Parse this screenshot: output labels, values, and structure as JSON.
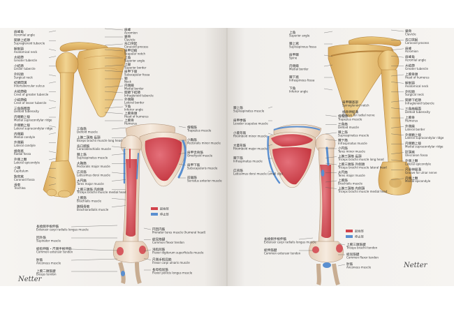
{
  "left_page": {
    "bone_labels_left": [
      {
        "id": "l-acromion-angle",
        "jp": "肩峰角",
        "en": "Acromial angle"
      },
      {
        "id": "l-supraglenoid",
        "jp": "関節上結節",
        "en": "Supraglenoid tubercle"
      },
      {
        "id": "l-anatomical-neck",
        "jp": "解剖頸",
        "en": "Anatomical neck"
      },
      {
        "id": "l-greater-tubercle",
        "jp": "大結節",
        "en": "Greater tubercle"
      },
      {
        "id": "l-lesser-tubercle",
        "jp": "小結節",
        "en": "Lesser tubercle"
      },
      {
        "id": "l-surgical-neck",
        "jp": "外科頸",
        "en": "Surgical neck"
      },
      {
        "id": "l-intertubercular",
        "jp": "結節間溝",
        "en": "Intertubercular sulcus"
      },
      {
        "id": "l-crest-greater",
        "jp": "大結節稜",
        "en": "Crest of greater tubercle"
      },
      {
        "id": "l-crest-lesser",
        "jp": "小結節稜",
        "en": "Crest of lesser tubercle"
      },
      {
        "id": "l-deltoid-tuberosity",
        "jp": "三角筋粗面",
        "en": "Deltoid tuberosity"
      },
      {
        "id": "l-med-supracondylar",
        "jp": "内側顆上稜",
        "en": "Medial supracondylar ridge"
      },
      {
        "id": "l-lat-supracondylar",
        "jp": "外側顆上稜",
        "en": "Lateral supracondylar ridge"
      },
      {
        "id": "l-medial-condyle",
        "jp": "内側顆",
        "en": "Medial condyle"
      },
      {
        "id": "l-lateral-condyle",
        "jp": "外側顆",
        "en": "Lateral condyle"
      },
      {
        "id": "l-radial-fossa",
        "jp": "橈骨窩",
        "en": "Radial fossa"
      },
      {
        "id": "l-lateral-epicondyle",
        "jp": "外側上顆",
        "en": "Lateral epicondyle"
      },
      {
        "id": "l-capitulum",
        "jp": "小頭",
        "en": "Capitulum"
      },
      {
        "id": "l-coronoid-fossa",
        "jp": "鉤突窩",
        "en": "Coronoid fossa"
      },
      {
        "id": "l-trochlea",
        "jp": "滑車",
        "en": "Trochlea"
      }
    ],
    "bone_labels_right": [
      {
        "id": "l-acromion",
        "jp": "肩峰",
        "en": "Acromion"
      },
      {
        "id": "l-clavicle",
        "jp": "鎖骨",
        "en": "Clavicle"
      },
      {
        "id": "l-coracoid",
        "jp": "烏口突起",
        "en": "Coracoid process"
      },
      {
        "id": "l-scapular-notch",
        "jp": "肩甲切痕",
        "en": "Scapular notch"
      },
      {
        "id": "l-superior-angle",
        "jp": "上角",
        "en": "Superior angle"
      },
      {
        "id": "l-superior-border",
        "jp": "上縁",
        "en": "Superior border"
      },
      {
        "id": "l-subscapular-fossa",
        "jp": "肩甲下窩",
        "en": "Subscapular fossa"
      },
      {
        "id": "l-neck",
        "jp": "頸",
        "en": "Neck"
      },
      {
        "id": "l-medial-border",
        "jp": "内側縁",
        "en": "Medial border"
      },
      {
        "id": "l-infraglenoid",
        "jp": "関節下結節",
        "en": "Infraglenoid tubercle"
      },
      {
        "id": "l-lateral-border",
        "jp": "外側縁",
        "en": "Lateral border"
      },
      {
        "id": "l-inferior-angle",
        "jp": "下角",
        "en": "Inferior angle"
      },
      {
        "id": "l-head-humerus",
        "jp": "上腕骨頭",
        "en": "Head of humerus"
      },
      {
        "id": "l-humerus",
        "jp": "上腕骨",
        "en": "Humerus"
      }
    ],
    "muscle_labels_right": [
      {
        "id": "m-trapezius",
        "jp": "僧帽筋",
        "en": "Trapezius muscle"
      },
      {
        "id": "m-pectoralis-minor",
        "jp": "小胸筋",
        "en": "Pectoralis minor muscle"
      },
      {
        "id": "m-omohyoid",
        "jp": "肩甲舌骨筋",
        "en": "Omohyoid muscle"
      },
      {
        "id": "m-subscapularis",
        "jp": "肩甲下筋",
        "en": "Subscapularis muscle"
      },
      {
        "id": "m-serratus",
        "jp": "前鋸筋",
        "en": "Serratus anterior muscle"
      }
    ],
    "muscle_labels_left": [
      {
        "id": "m-deltoid-l",
        "jp": "三角筋",
        "en": "Deltoid muscle"
      },
      {
        "id": "m-biceps-long",
        "jp": "上腕二頭筋 長頭",
        "en": "Biceps brachii muscle long head"
      },
      {
        "id": "m-coracobrachialis",
        "jp": "烏口腕筋",
        "en": "Coracobrachialis muscle"
      },
      {
        "id": "m-supraspinatus-l",
        "jp": "棘上筋",
        "en": "Supraspinatus muscle"
      },
      {
        "id": "m-pectoralis-major",
        "jp": "大胸筋",
        "en": "Pectoralis major muscle"
      },
      {
        "id": "m-latissimus",
        "jp": "広背筋",
        "en": "Latissimus dorsi muscle"
      },
      {
        "id": "m-teres-major-l",
        "jp": "大円筋",
        "en": "Teres major muscle"
      },
      {
        "id": "m-triceps-medial",
        "jp": "上腕三頭筋 内側頭",
        "en": "Triceps brachii muscle medial head"
      },
      {
        "id": "m-brachialis",
        "jp": "上腕筋",
        "en": "Brachialis muscle"
      },
      {
        "id": "m-brachioradialis",
        "jp": "腕橈骨筋",
        "en": "Brachioradialis muscle"
      }
    ],
    "bottom_labels_left": [
      {
        "id": "b-ecrl",
        "jp": "長橈側手根伸筋",
        "en": "Extensor carpi radialis longus muscle"
      },
      {
        "id": "b-supinator",
        "jp": "回外筋",
        "en": "Supinator muscle"
      },
      {
        "id": "b-common-extensor",
        "jp": "総指伸筋・尺側手根伸筋",
        "en": "Common extensor tendon"
      },
      {
        "id": "b-anconeus",
        "jp": "肘筋",
        "en": "Anconeus muscle"
      },
      {
        "id": "b-biceps-tendon",
        "jp": "上腕二頭筋腱",
        "en": "Biceps tendon"
      }
    ],
    "bottom_labels_right": [
      {
        "id": "b-pronator-teres",
        "jp": "円回内筋",
        "en": "Pronator teres muscle (humeral head)"
      },
      {
        "id": "b-common-flexor",
        "jp": "総屈筋腱",
        "en": "Common flexor tendon"
      },
      {
        "id": "b-fds",
        "jp": "浅指屈筋",
        "en": "Flexor digitorum superficialis muscle"
      },
      {
        "id": "b-fcu",
        "jp": "尺側手根屈筋",
        "en": "Flexor carpi ulnaris muscle"
      },
      {
        "id": "b-fpl",
        "jp": "長母指屈筋",
        "en": "Flexor pollicis longus muscle"
      }
    ],
    "legend": {
      "origin": "起始部",
      "insertion": "停止部"
    },
    "signature": "Netter"
  },
  "right_page": {
    "bone_labels_left": [
      {
        "id": "r-superior-angle",
        "jp": "上角",
        "en": "Superior angle"
      },
      {
        "id": "r-supraspinous-fossa",
        "jp": "棘上窩",
        "en": "Supraspinous fossa"
      },
      {
        "id": "r-spine",
        "jp": "肩甲棘",
        "en": "Spine"
      },
      {
        "id": "r-medial-border",
        "jp": "内側縁",
        "en": "Medial border"
      },
      {
        "id": "r-infraspinous-fossa",
        "jp": "棘下窩",
        "en": "Infraspinous fossa"
      },
      {
        "id": "r-inferior-angle",
        "jp": "下角",
        "en": "Inferior angle"
      }
    ],
    "bone_labels_center": [
      {
        "id": "r-spinoglenoid",
        "jp": "肩甲棘基部",
        "en": "Spinoglenoid notch"
      },
      {
        "id": "r-groove",
        "jp": "橈骨神経溝",
        "en": "Groove for radial nerve"
      }
    ],
    "bone_labels_right": [
      {
        "id": "r-clavicle",
        "jp": "鎖骨",
        "en": "Clavicle"
      },
      {
        "id": "r-coracoid",
        "jp": "烏口突起",
        "en": "Coracoid process"
      },
      {
        "id": "r-acromion",
        "jp": "肩峰",
        "en": "Acromion"
      },
      {
        "id": "r-acromial-angle",
        "jp": "肩峰角",
        "en": "Acromial angle"
      },
      {
        "id": "r-greater-tubercle",
        "jp": "大結節",
        "en": "Greater tubercle"
      },
      {
        "id": "r-head-humerus",
        "jp": "上腕骨頭",
        "en": "Head of humerus"
      },
      {
        "id": "r-anatomical-neck",
        "jp": "解剖頸",
        "en": "Anatomical neck"
      },
      {
        "id": "r-surgical-neck",
        "jp": "外科頸",
        "en": "Surgical neck"
      },
      {
        "id": "r-infraglenoid",
        "jp": "関節下結節",
        "en": "Infraglenoid tubercle"
      },
      {
        "id": "r-deltoid-tuberosity",
        "jp": "三角筋粗面",
        "en": "Deltoid tuberosity"
      },
      {
        "id": "r-humerus",
        "jp": "上腕骨",
        "en": "Humerus"
      },
      {
        "id": "r-lateral-border",
        "jp": "外側縁",
        "en": "Lateral border"
      },
      {
        "id": "r-lat-supracondylar",
        "jp": "外側顆上稜",
        "en": "Lateral supracondylar ridge"
      },
      {
        "id": "r-med-supracondylar",
        "jp": "内側顆上稜",
        "en": "Medial supracondylar ridge"
      },
      {
        "id": "r-olecranon-fossa",
        "jp": "肘頭窩",
        "en": "Olecranon fossa"
      },
      {
        "id": "r-lateral-epicondyle",
        "jp": "外側上顆",
        "en": "Lateral epicondyle"
      },
      {
        "id": "r-ulnar-nerve-groove",
        "jp": "尺骨神経溝",
        "en": "Groove for ulnar nerve"
      },
      {
        "id": "r-medial-epicondyle",
        "jp": "内側上顆",
        "en": "Medial epicondyle"
      }
    ],
    "muscle_labels_left": [
      {
        "id": "rm-supraspinatus",
        "jp": "棘上筋",
        "en": "Supraspinatus muscle"
      },
      {
        "id": "rm-levator",
        "jp": "肩甲挙筋",
        "en": "Levator scapulae muscle"
      },
      {
        "id": "rm-rhomboid-minor",
        "jp": "小菱形筋",
        "en": "Rhomboid minor muscle"
      },
      {
        "id": "rm-rhomboid-major",
        "jp": "大菱形筋",
        "en": "Rhomboid major muscle"
      },
      {
        "id": "rm-infraspinatus",
        "jp": "棘下筋",
        "en": "Infraspinatus muscle"
      },
      {
        "id": "rm-latissimus",
        "jp": "広背筋",
        "en": "Latissimus dorsi muscle (small slip)"
      }
    ],
    "muscle_labels_right": [
      {
        "id": "rm-trapezius",
        "jp": "僧帽筋",
        "en": "Trapezius muscle"
      },
      {
        "id": "rm-deltoid",
        "jp": "三角筋",
        "en": "Deltoid muscle"
      },
      {
        "id": "rm-supraspinatus-r",
        "jp": "棘上筋",
        "en": "Supraspinatus muscle"
      },
      {
        "id": "rm-infraspinatus-r",
        "jp": "棘下筋",
        "en": "Infraspinatus muscle"
      },
      {
        "id": "rm-teres-minor",
        "jp": "小円筋",
        "en": "Teres minor muscle"
      },
      {
        "id": "rm-triceps-long",
        "jp": "上腕三頭筋 長頭",
        "en": "Triceps brachii muscle long head"
      },
      {
        "id": "rm-triceps-lateral",
        "jp": "上腕三頭筋 外側頭",
        "en": "Triceps brachii muscle lateral head"
      },
      {
        "id": "rm-teres-major",
        "jp": "大円筋",
        "en": "Teres major muscle"
      },
      {
        "id": "rm-brachialis",
        "jp": "上腕筋",
        "en": "Brachialis muscle"
      },
      {
        "id": "rm-triceps-medial",
        "jp": "上腕三頭筋 内側頭",
        "en": "Triceps brachii muscle medial head"
      }
    ],
    "bottom_labels_left": [
      {
        "id": "rb-ecrl",
        "jp": "長橈側手根伸筋",
        "en": "Extensor carpi radialis longus muscle"
      },
      {
        "id": "rb-common-extensor",
        "jp": "総伸筋腱",
        "en": "Common extensor tendon"
      }
    ],
    "bottom_labels_right": [
      {
        "id": "rb-triceps-tendon",
        "jp": "上腕三頭筋腱",
        "en": "Triceps brachii tendon"
      },
      {
        "id": "rb-common-flexor",
        "jp": "総屈筋腱",
        "en": "Common flexor tendon"
      },
      {
        "id": "rb-anconeus",
        "jp": "肘筋",
        "en": "Anconeus muscle"
      }
    ],
    "legend": {
      "origin": "起始部",
      "insertion": "停止部"
    },
    "signature": "Netter"
  },
  "colors": {
    "paper": "#f4f2ef",
    "bone": "#e6c27a",
    "bone_shade": "#c99a4c",
    "muscle_origin": "#d2424b",
    "muscle_insertion": "#5a8fd0"
  }
}
